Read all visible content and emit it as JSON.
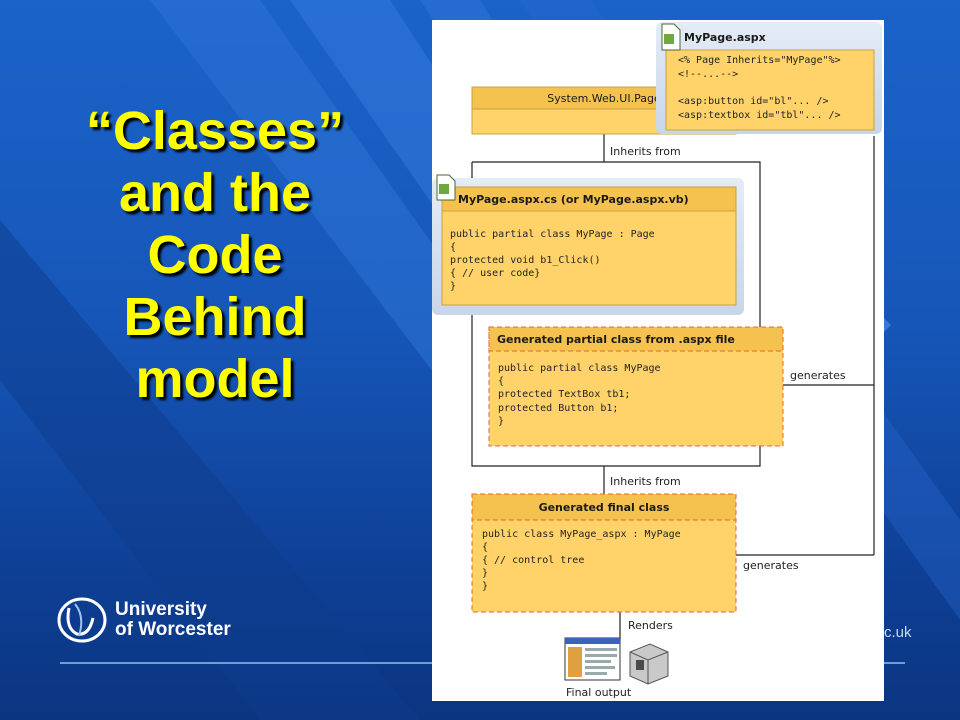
{
  "slide": {
    "title_lines": [
      "“Classes”",
      "and the",
      "Code",
      "Behind",
      "model"
    ],
    "logo": {
      "line1": "University",
      "line2": "of Worcester"
    },
    "url_fragment": "c.uk"
  },
  "diagram": {
    "page_class": {
      "header": "System.Web.UI.Page"
    },
    "aspx_file": {
      "header": "MyPage.aspx",
      "code": [
        "<% Page Inherits=\"MyPage\"%>",
        "<!--...-->",
        "",
        "<asp:button id=\"bl\"... />",
        "<asp:textbox id=\"tbl\"... />"
      ]
    },
    "inherits_label_1": "Inherits from",
    "codebehind": {
      "header": "MyPage.aspx.cs (or MyPage.aspx.vb)",
      "code": [
        "public partial class MyPage : Page",
        "{",
        "   protected void b1_Click()",
        "      { // user code}",
        "}"
      ]
    },
    "generated_partial": {
      "header": "Generated partial class from .aspx file",
      "code": [
        "public partial class MyPage",
        "{",
        "   protected TextBox tb1;",
        "   protected Button b1;",
        "}"
      ]
    },
    "generates_label_1": "generates",
    "inherits_label_2": "Inherits from",
    "generated_final": {
      "header": "Generated final class",
      "code": [
        "public class MyPage_aspx : MyPage",
        "{",
        "   { // control tree",
        "   }",
        "}"
      ]
    },
    "generates_label_2": "generates",
    "renders_label": "Renders",
    "final_output_label": "Final output"
  },
  "colors": {
    "title": "#ffff00",
    "box_fill": "#ffd36a",
    "box_header": "#f6c24f",
    "box_border": "#c9a040",
    "dashed_border": "#e06a2a",
    "group_bg": "#d7e2f0"
  }
}
